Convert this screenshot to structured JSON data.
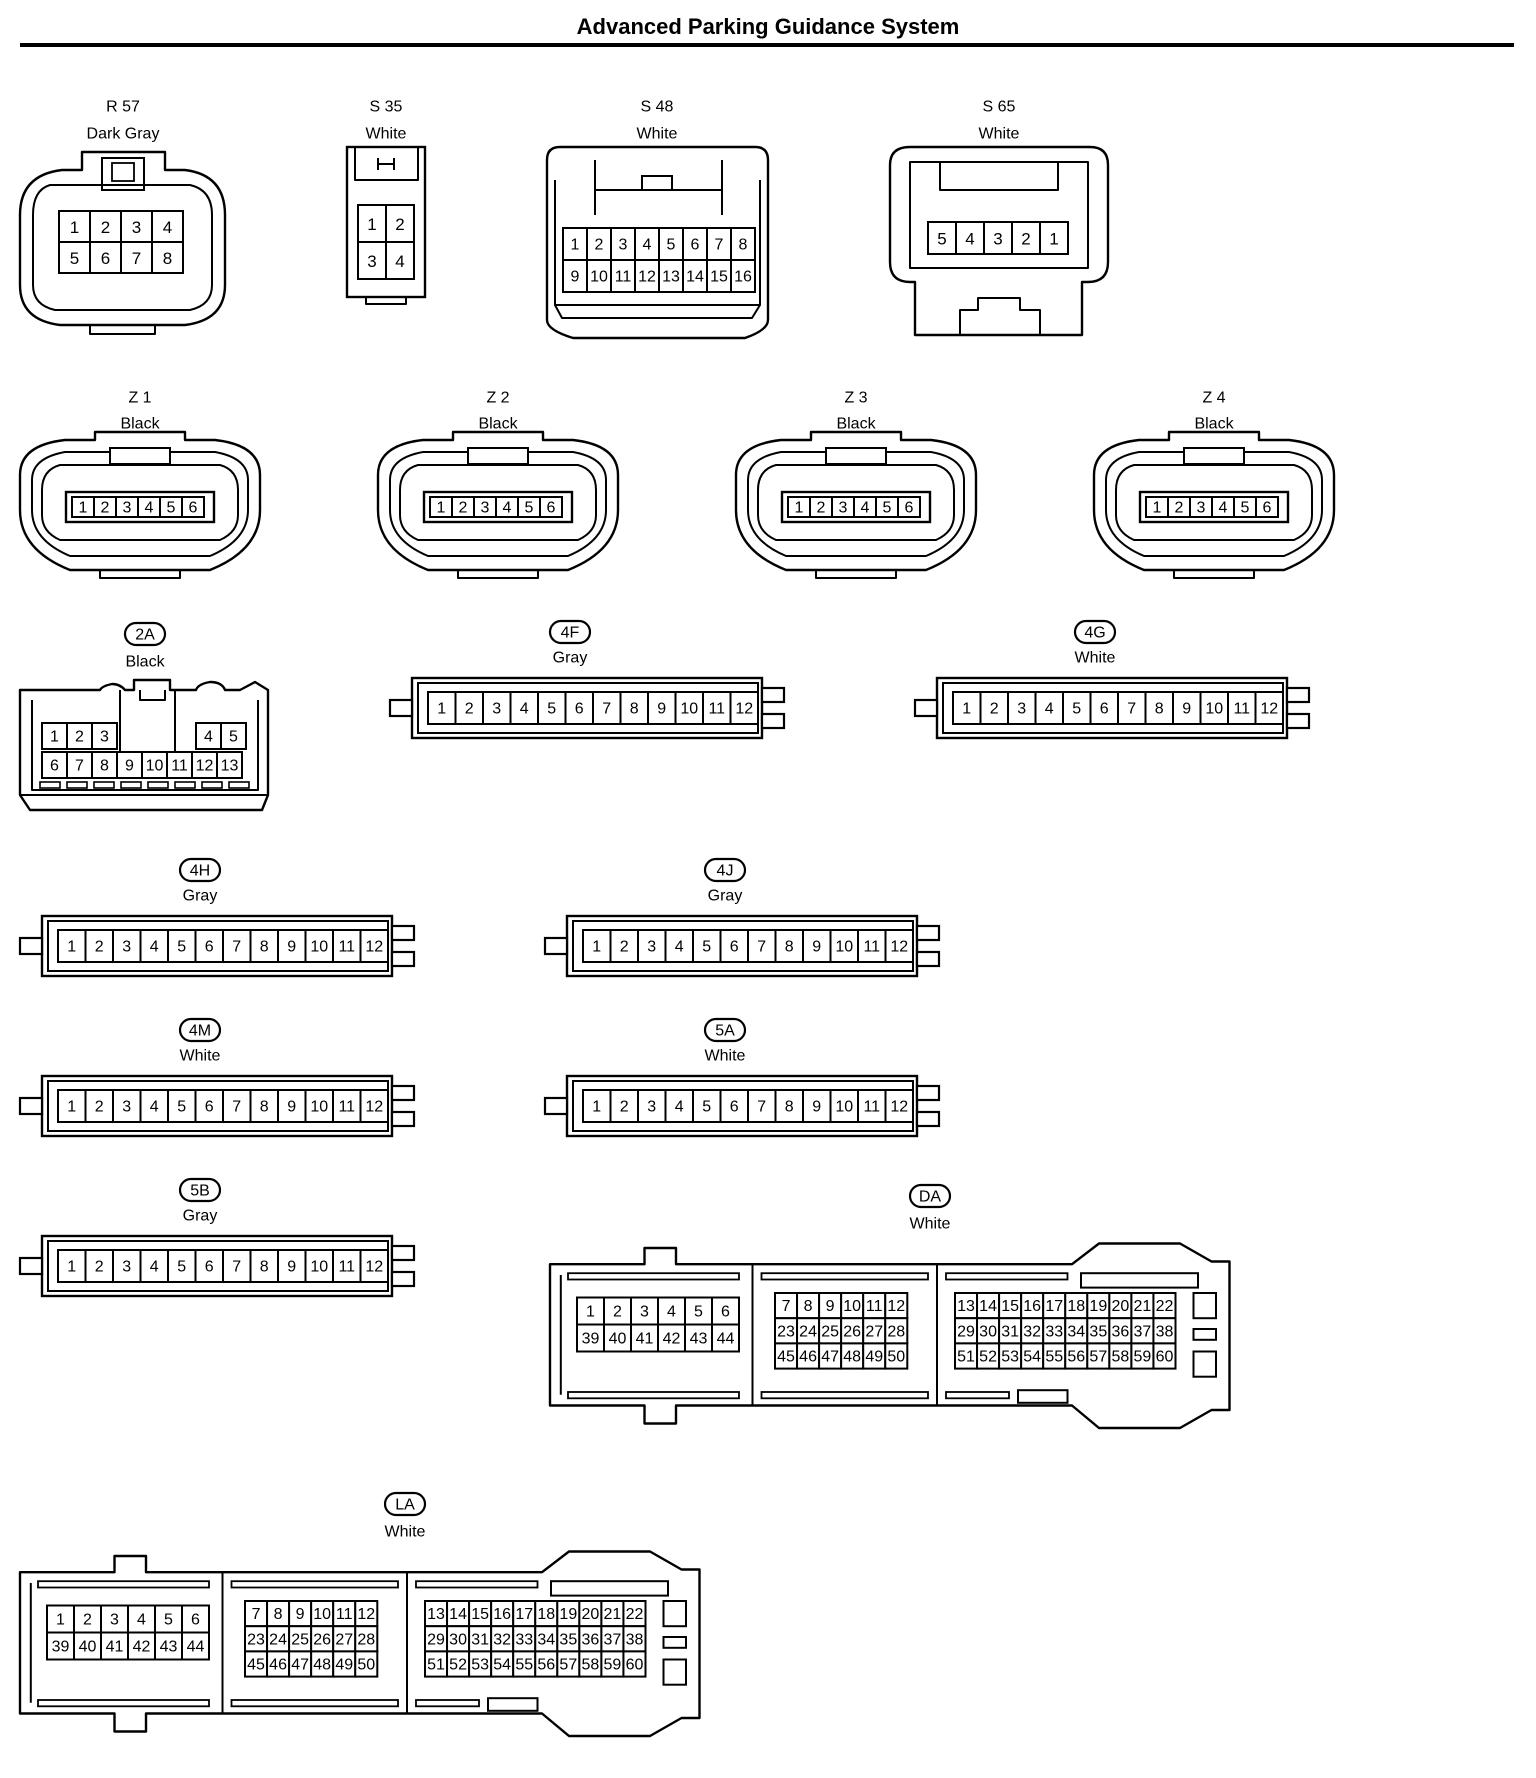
{
  "title": "Advanced Parking Guidance System",
  "connectors": {
    "R57": {
      "id": "R 57",
      "color": "Dark Gray",
      "rows": [
        [
          "1",
          "2",
          "3",
          "4"
        ],
        [
          "5",
          "6",
          "7",
          "8"
        ]
      ]
    },
    "S35": {
      "id": "S 35",
      "color": "White",
      "rows": [
        [
          "1",
          "2"
        ],
        [
          "3",
          "4"
        ]
      ]
    },
    "S48": {
      "id": "S 48",
      "color": "White",
      "rows": [
        [
          "1",
          "2",
          "3",
          "4",
          "5",
          "6",
          "7",
          "8"
        ],
        [
          "9",
          "10",
          "11",
          "12",
          "13",
          "14",
          "15",
          "16"
        ]
      ]
    },
    "S65": {
      "id": "S 65",
      "color": "White",
      "rows": [
        [
          "5",
          "4",
          "3",
          "2",
          "1"
        ]
      ]
    },
    "Z1": {
      "id": "Z 1",
      "color": "Black",
      "rows": [
        [
          "1",
          "2",
          "3",
          "4",
          "5",
          "6"
        ]
      ]
    },
    "Z2": {
      "id": "Z 2",
      "color": "Black",
      "rows": [
        [
          "1",
          "2",
          "3",
          "4",
          "5",
          "6"
        ]
      ]
    },
    "Z3": {
      "id": "Z 3",
      "color": "Black",
      "rows": [
        [
          "1",
          "2",
          "3",
          "4",
          "5",
          "6"
        ]
      ]
    },
    "Z4": {
      "id": "Z 4",
      "color": "Black",
      "rows": [
        [
          "1",
          "2",
          "3",
          "4",
          "5",
          "6"
        ]
      ]
    },
    "2A": {
      "id": "2A",
      "color": "Black",
      "top_left": [
        "1",
        "2",
        "3"
      ],
      "top_right": [
        "4",
        "5"
      ],
      "bottom": [
        "6",
        "7",
        "8",
        "9",
        "10",
        "11",
        "12",
        "13"
      ]
    },
    "4F": {
      "id": "4F",
      "color": "Gray",
      "rows": [
        [
          "1",
          "2",
          "3",
          "4",
          "5",
          "6",
          "7",
          "8",
          "9",
          "10",
          "11",
          "12"
        ]
      ]
    },
    "4G": {
      "id": "4G",
      "color": "White",
      "rows": [
        [
          "1",
          "2",
          "3",
          "4",
          "5",
          "6",
          "7",
          "8",
          "9",
          "10",
          "11",
          "12"
        ]
      ]
    },
    "4H": {
      "id": "4H",
      "color": "Gray",
      "rows": [
        [
          "1",
          "2",
          "3",
          "4",
          "5",
          "6",
          "7",
          "8",
          "9",
          "10",
          "11",
          "12"
        ]
      ]
    },
    "4J": {
      "id": "4J",
      "color": "Gray",
      "rows": [
        [
          "1",
          "2",
          "3",
          "4",
          "5",
          "6",
          "7",
          "8",
          "9",
          "10",
          "11",
          "12"
        ]
      ]
    },
    "4M": {
      "id": "4M",
      "color": "White",
      "rows": [
        [
          "1",
          "2",
          "3",
          "4",
          "5",
          "6",
          "7",
          "8",
          "9",
          "10",
          "11",
          "12"
        ]
      ]
    },
    "5A": {
      "id": "5A",
      "color": "White",
      "rows": [
        [
          "1",
          "2",
          "3",
          "4",
          "5",
          "6",
          "7",
          "8",
          "9",
          "10",
          "11",
          "12"
        ]
      ]
    },
    "5B": {
      "id": "5B",
      "color": "Gray",
      "rows": [
        [
          "1",
          "2",
          "3",
          "4",
          "5",
          "6",
          "7",
          "8",
          "9",
          "10",
          "11",
          "12"
        ]
      ]
    },
    "DA": {
      "id": "DA",
      "color": "White",
      "block1": [
        [
          "1",
          "2",
          "3",
          "4",
          "5",
          "6"
        ],
        [
          "39",
          "40",
          "41",
          "42",
          "43",
          "44"
        ]
      ],
      "block2": [
        [
          "7",
          "8",
          "9",
          "10",
          "11",
          "12"
        ],
        [
          "23",
          "24",
          "25",
          "26",
          "27",
          "28"
        ],
        [
          "45",
          "46",
          "47",
          "48",
          "49",
          "50"
        ]
      ],
      "block3": [
        [
          "13",
          "14",
          "15",
          "16",
          "17",
          "18",
          "19",
          "20",
          "21",
          "22"
        ],
        [
          "29",
          "30",
          "31",
          "32",
          "33",
          "34",
          "35",
          "36",
          "37",
          "38"
        ],
        [
          "51",
          "52",
          "53",
          "54",
          "55",
          "56",
          "57",
          "58",
          "59",
          "60"
        ]
      ]
    },
    "LA": {
      "id": "LA",
      "color": "White",
      "block1": [
        [
          "1",
          "2",
          "3",
          "4",
          "5",
          "6"
        ],
        [
          "39",
          "40",
          "41",
          "42",
          "43",
          "44"
        ]
      ],
      "block2": [
        [
          "7",
          "8",
          "9",
          "10",
          "11",
          "12"
        ],
        [
          "23",
          "24",
          "25",
          "26",
          "27",
          "28"
        ],
        [
          "45",
          "46",
          "47",
          "48",
          "49",
          "50"
        ]
      ],
      "block3": [
        [
          "13",
          "14",
          "15",
          "16",
          "17",
          "18",
          "19",
          "20",
          "21",
          "22"
        ],
        [
          "29",
          "30",
          "31",
          "32",
          "33",
          "34",
          "35",
          "36",
          "37",
          "38"
        ],
        [
          "51",
          "52",
          "53",
          "54",
          "55",
          "56",
          "57",
          "58",
          "59",
          "60"
        ]
      ]
    }
  }
}
